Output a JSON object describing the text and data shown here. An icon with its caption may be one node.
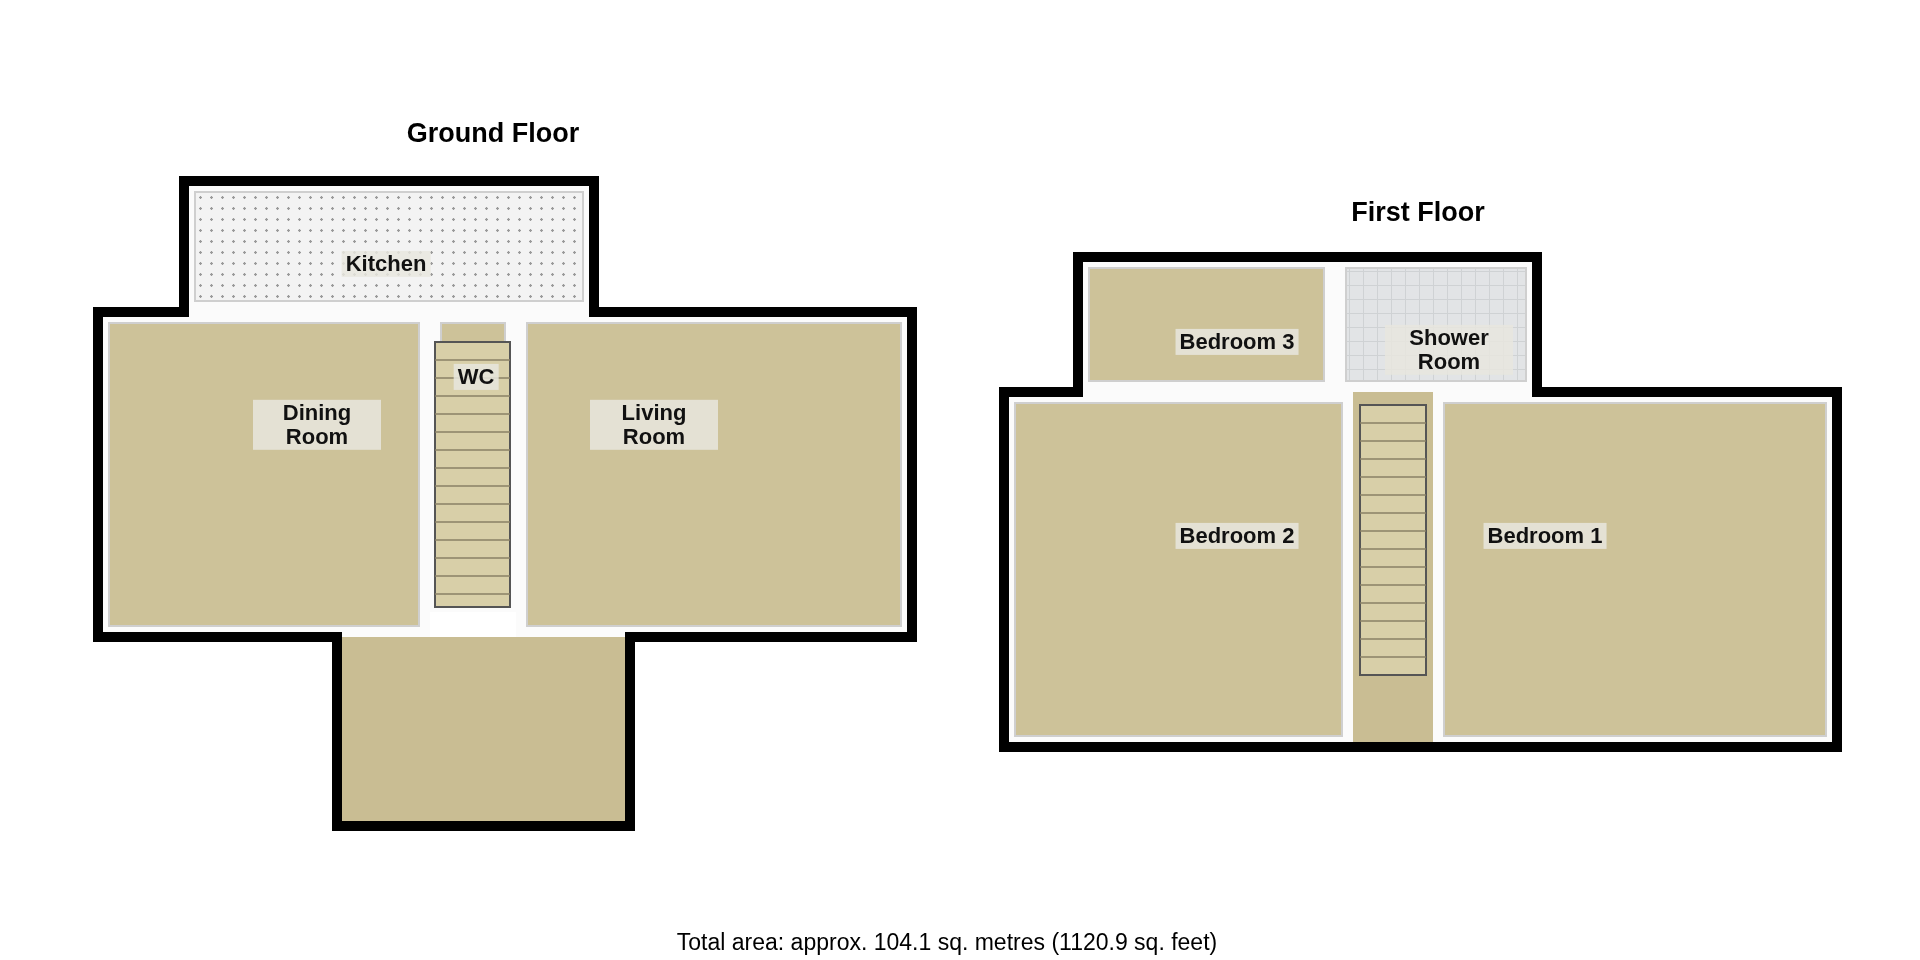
{
  "diagram": {
    "caption": "Total area: approx. 104.1 sq. metres (1120.9 sq. feet)",
    "nodes": [
      {
        "text": [
          "Ground Floor"
        ]
      },
      {
        "text": [
          "Kitchen"
        ],
        "in": 0
      },
      {
        "text": [
          "Dining Room"
        ],
        "in": 0
      },
      {
        "text": [
          "WC"
        ],
        "in": 0
      },
      {
        "text": [
          "Living Room"
        ],
        "in": 0
      },
      {
        "text": [
          "First Floor"
        ]
      },
      {
        "text": [
          "Bedroom 3"
        ],
        "in": 5
      },
      {
        "text": [
          "Shower Room"
        ],
        "in": 5
      },
      {
        "text": [
          "Bedroom 2"
        ],
        "in": 5
      },
      {
        "text": [
          "Bedroom 1"
        ],
        "in": 5
      }
    ]
  }
}
